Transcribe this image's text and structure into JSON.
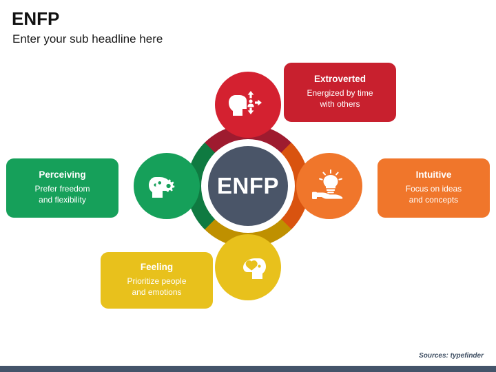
{
  "header": {
    "title": "ENFP",
    "subtitle": "Enter your sub headline here"
  },
  "footer": {
    "source": "Sources: typefinder",
    "bar_color": "#44546a"
  },
  "diagram": {
    "hub": {
      "label": "ENFP",
      "fill": "#4a5568",
      "ring_gap": "#ffffff"
    },
    "arms": [
      {
        "key": "extroverted",
        "position": "top",
        "icon": "head-with-arrows-icon",
        "arc_color": "#9e1b2f",
        "arm_color": "#9e1b2f",
        "circle_color": "#d42130",
        "callout": {
          "title": "Extroverted",
          "description": "Energized by time\nwith others",
          "box_color": "#c8202e"
        }
      },
      {
        "key": "intuitive",
        "position": "right",
        "icon": "hand-holding-lightbulb-icon",
        "arc_color": "#d9530f",
        "arm_color": "#d9530f",
        "circle_color": "#f0762b",
        "callout": {
          "title": "Intuitive",
          "description": "Focus on ideas\nand concepts",
          "box_color": "#f0762b"
        }
      },
      {
        "key": "feeling",
        "position": "bottom",
        "icon": "head-with-heart-icon",
        "arc_color": "#bf9000",
        "arm_color": "#bf9000",
        "circle_color": "#e8c11c",
        "callout": {
          "title": "Feeling",
          "description": "Prioritize people\nand emotions",
          "box_color": "#e8c11c"
        }
      },
      {
        "key": "perceiving",
        "position": "left",
        "icon": "head-with-gears-icon",
        "arc_color": "#0f7a41",
        "arm_color": "#0f7a41",
        "circle_color": "#16a05a",
        "callout": {
          "title": "Perceiving",
          "description": "Prefer freedom\nand flexibility",
          "box_color": "#16a05a"
        }
      }
    ]
  }
}
